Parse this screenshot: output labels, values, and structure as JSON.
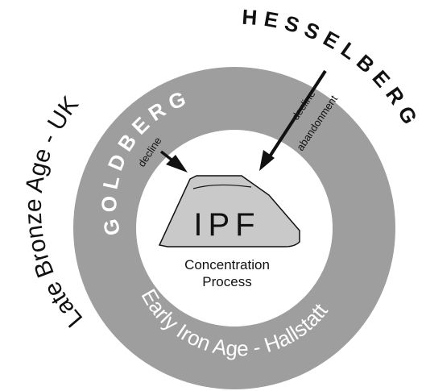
{
  "diagram": {
    "outer_left_label": "Late Bronze Age - UK",
    "outer_right_label": "HESSELBERG",
    "inner_top_label": "GOLDBERG",
    "bottom_ring_label": "Early Iron Age - Hallstatt",
    "left_arrow_label": "decline",
    "right_arrow_label_top": "decline",
    "right_arrow_label_bottom": "abandonment",
    "center_title": "IPF",
    "center_caption_line1": "Concentration",
    "center_caption_line2": "Process",
    "colors": {
      "ring": "#9e9e9e",
      "hill": "#c9c9c9",
      "outline": "#111111",
      "background": "#ffffff"
    }
  }
}
